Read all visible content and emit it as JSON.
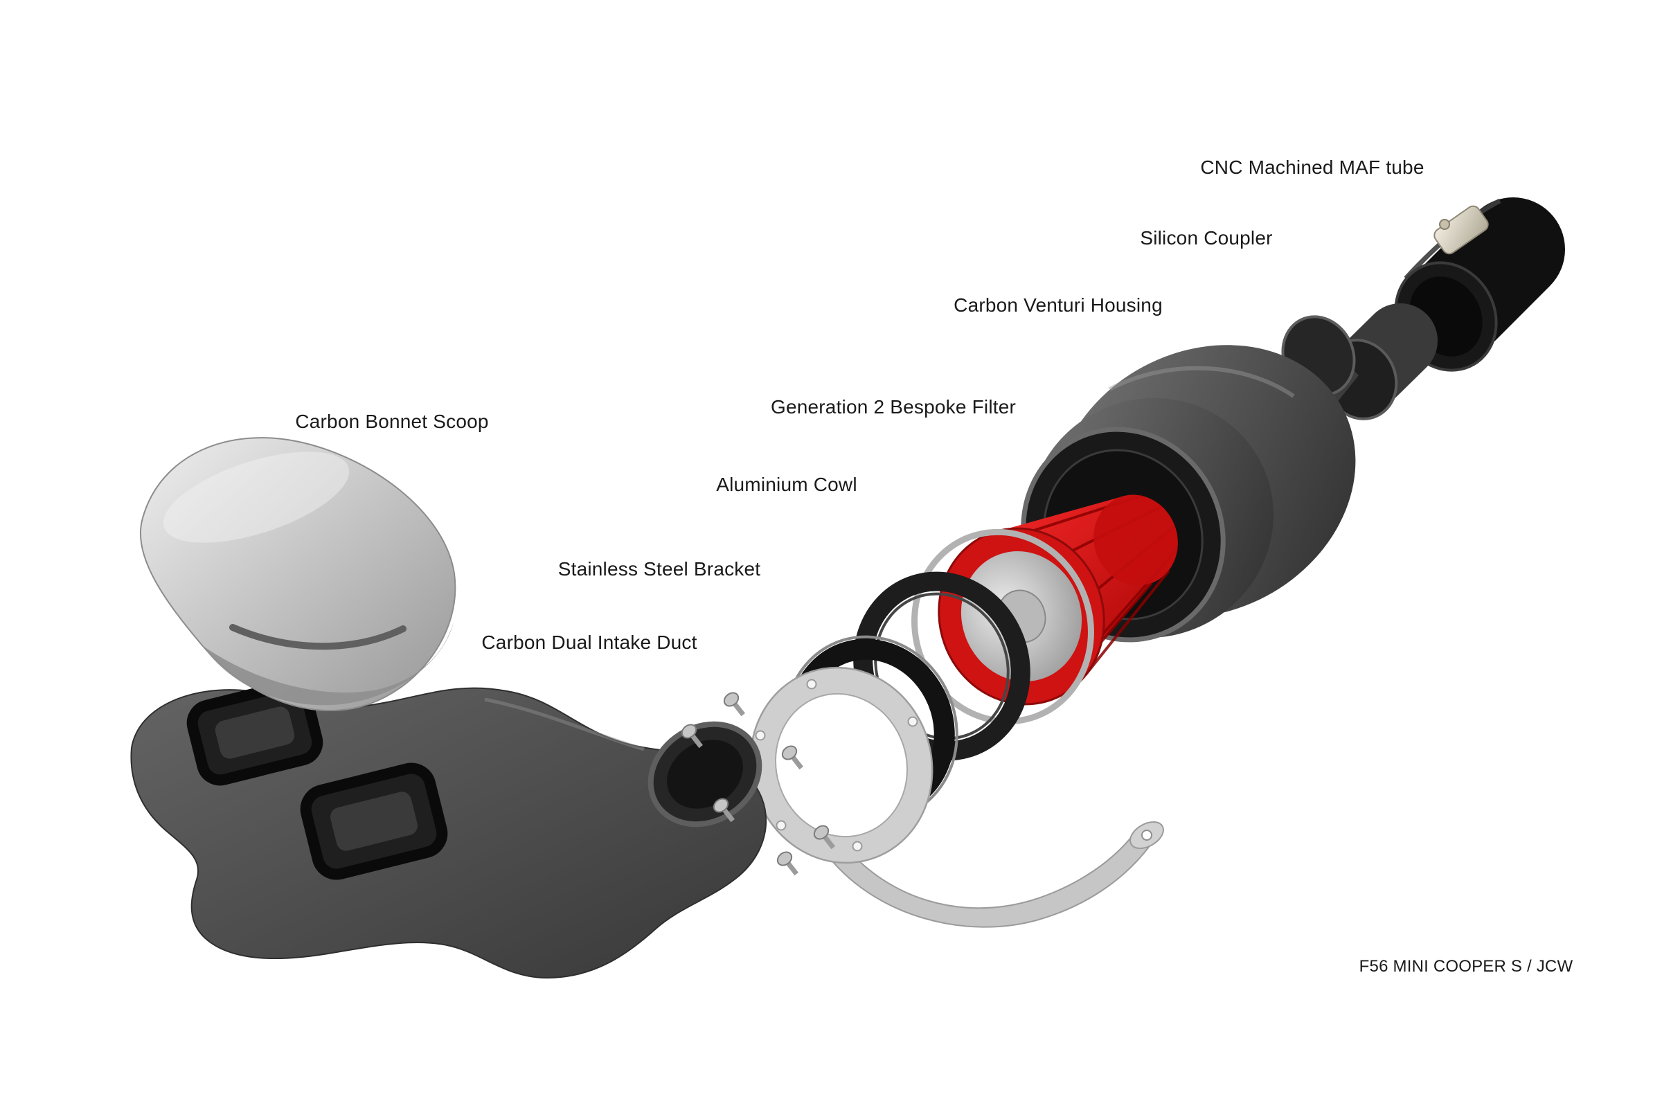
{
  "diagram": {
    "labels": {
      "maf_tube": "CNC Machined MAF tube",
      "silicon_coupler": "Silicon Coupler",
      "venturi_housing": "Carbon Venturi Housing",
      "bespoke_filter": "Generation 2 Bespoke Filter",
      "aluminium_cowl": "Aluminium Cowl",
      "steel_bracket": "Stainless Steel Bracket",
      "intake_duct": "Carbon Dual Intake Duct",
      "bonnet_scoop": "Carbon Bonnet Scoop"
    },
    "caption": "F56 MINI COOPER S / JCW"
  },
  "colors": {
    "background": "#ffffff",
    "label_text": "#1a1a1a",
    "filter_red": "#d31111",
    "carbon_grey": "#4a4a4a",
    "silver": "#c6c6c6",
    "black_part": "#141414"
  }
}
